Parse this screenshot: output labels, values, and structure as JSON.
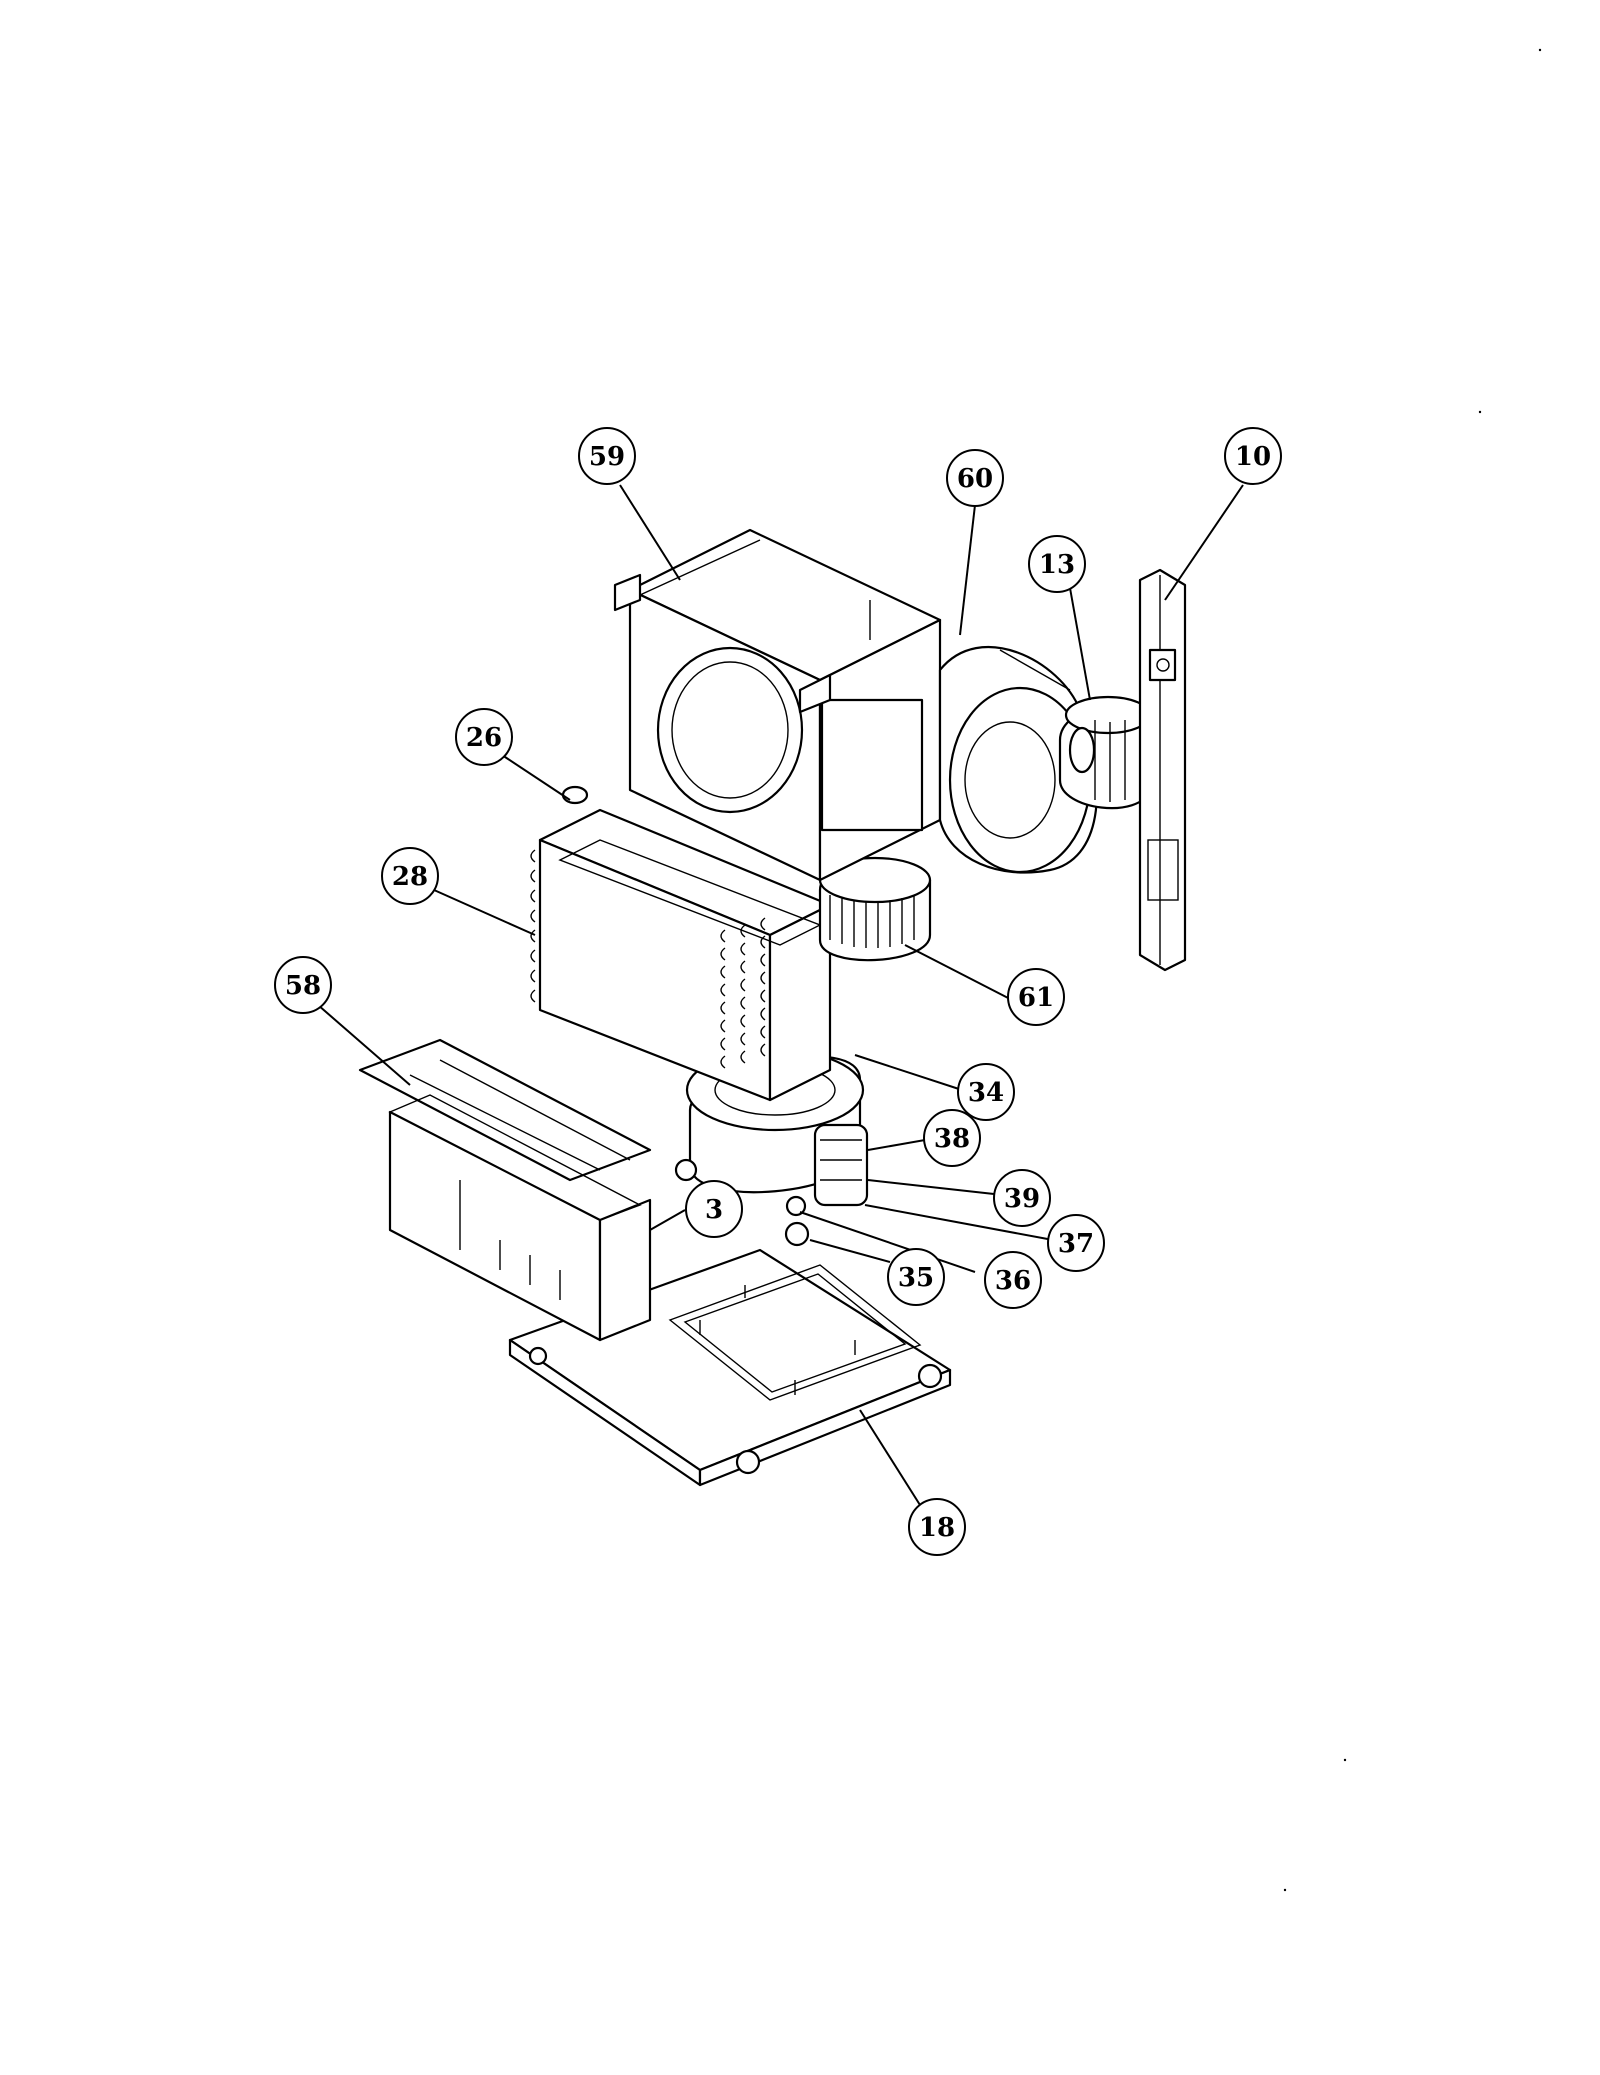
{
  "diagram": {
    "callouts": [
      {
        "id": "59",
        "label": "59"
      },
      {
        "id": "60",
        "label": "60"
      },
      {
        "id": "10",
        "label": "10"
      },
      {
        "id": "13",
        "label": "13"
      },
      {
        "id": "26",
        "label": "26"
      },
      {
        "id": "28",
        "label": "28"
      },
      {
        "id": "61",
        "label": "61"
      },
      {
        "id": "58",
        "label": "58"
      },
      {
        "id": "34",
        "label": "34"
      },
      {
        "id": "38",
        "label": "38"
      },
      {
        "id": "39",
        "label": "39"
      },
      {
        "id": "3",
        "label": "3"
      },
      {
        "id": "37",
        "label": "37"
      },
      {
        "id": "35",
        "label": "35"
      },
      {
        "id": "36",
        "label": "36"
      },
      {
        "id": "18",
        "label": "18"
      }
    ]
  }
}
